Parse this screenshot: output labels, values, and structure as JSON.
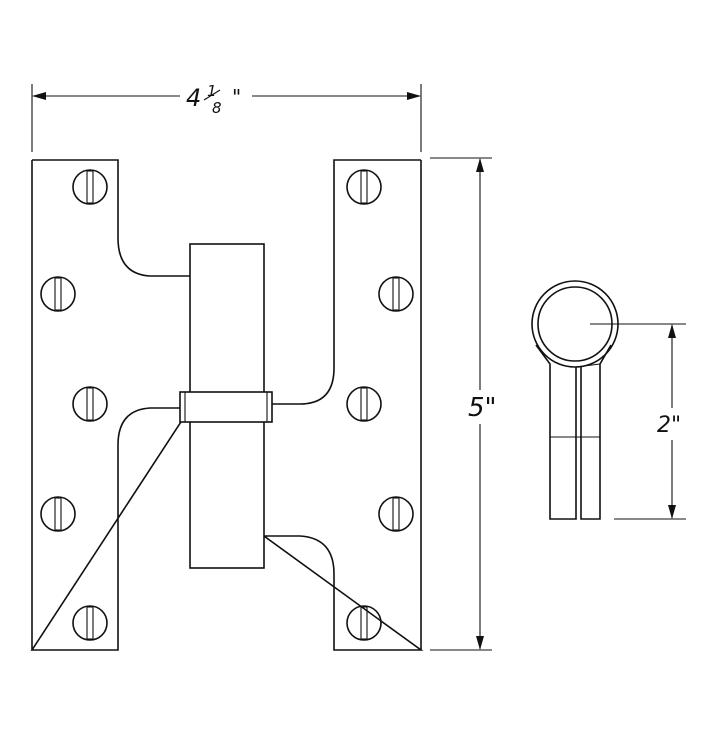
{
  "dimensions": {
    "width_whole": "4",
    "width_frac_num": "1",
    "width_frac_den": "8",
    "width_inch_mark": "\"",
    "height": "5\"",
    "offset": "2\""
  }
}
